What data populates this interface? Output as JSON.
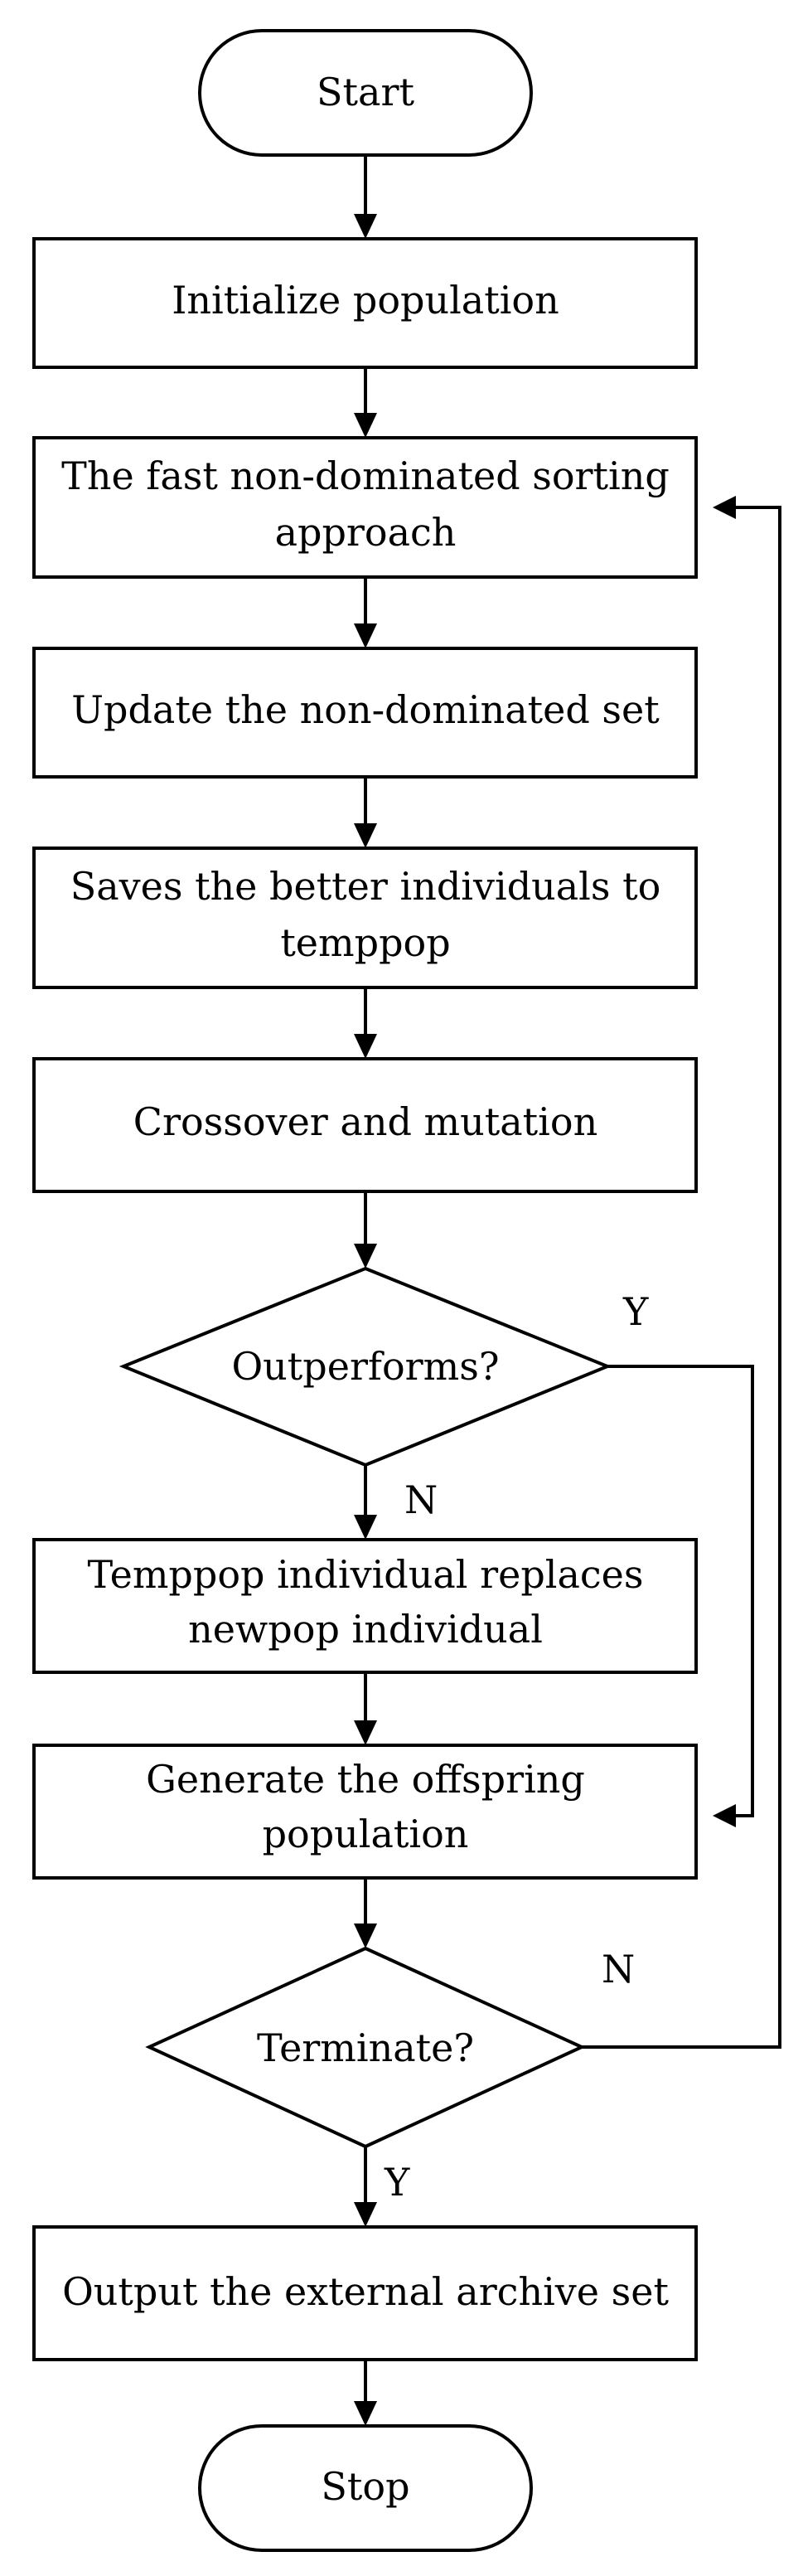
{
  "flowchart": {
    "start": "Start",
    "initialize": "Initialize population",
    "sorting": [
      "The fast non-dominated sorting",
      "approach"
    ],
    "update": "Update the non-dominated set",
    "saves": [
      "Saves the better individuals to",
      "temppop"
    ],
    "crossover": "Crossover and mutation",
    "outperforms": "Outperforms?",
    "replace": [
      "Temppop individual replaces",
      "newpop individual"
    ],
    "generate": [
      "Generate the offspring",
      "population"
    ],
    "terminate": "Terminate?",
    "output": "Output the external archive set",
    "stop": "Stop",
    "labels": {
      "outperforms_yes": "Y",
      "outperforms_no": "N",
      "terminate_no": "N",
      "terminate_yes": "Y"
    }
  }
}
